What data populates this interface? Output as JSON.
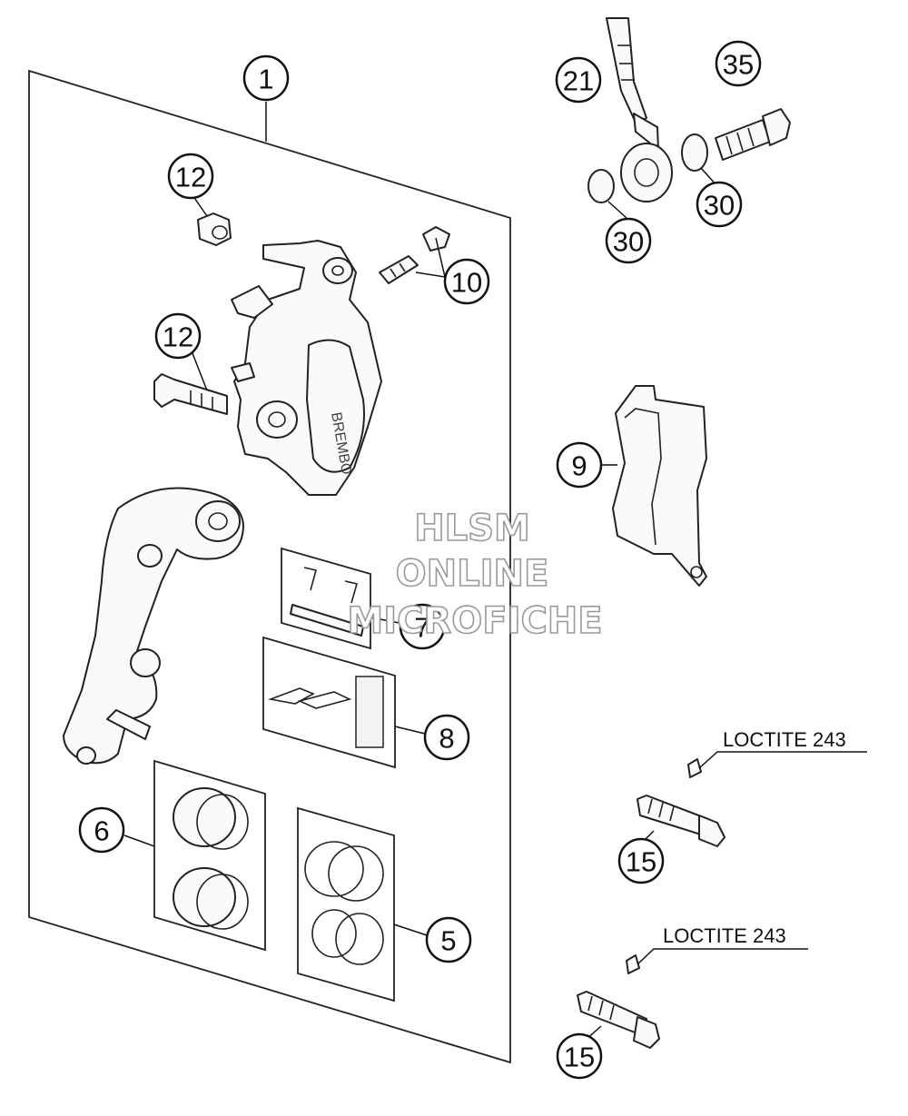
{
  "callouts": {
    "c1": "1",
    "c12a": "12",
    "c12b": "12",
    "c10": "10",
    "c21": "21",
    "c35": "35",
    "c30a": "30",
    "c30b": "30",
    "c9": "9",
    "c7": "7",
    "c8": "8",
    "c6": "6",
    "c5": "5",
    "c15a": "15",
    "c15b": "15"
  },
  "notes": {
    "loctite_upper": "LOCTITE 243",
    "loctite_lower": "LOCTITE 243"
  },
  "watermark": {
    "line1": "HLSM",
    "line2": "ONLINE",
    "line3": "MICROFICHE"
  }
}
